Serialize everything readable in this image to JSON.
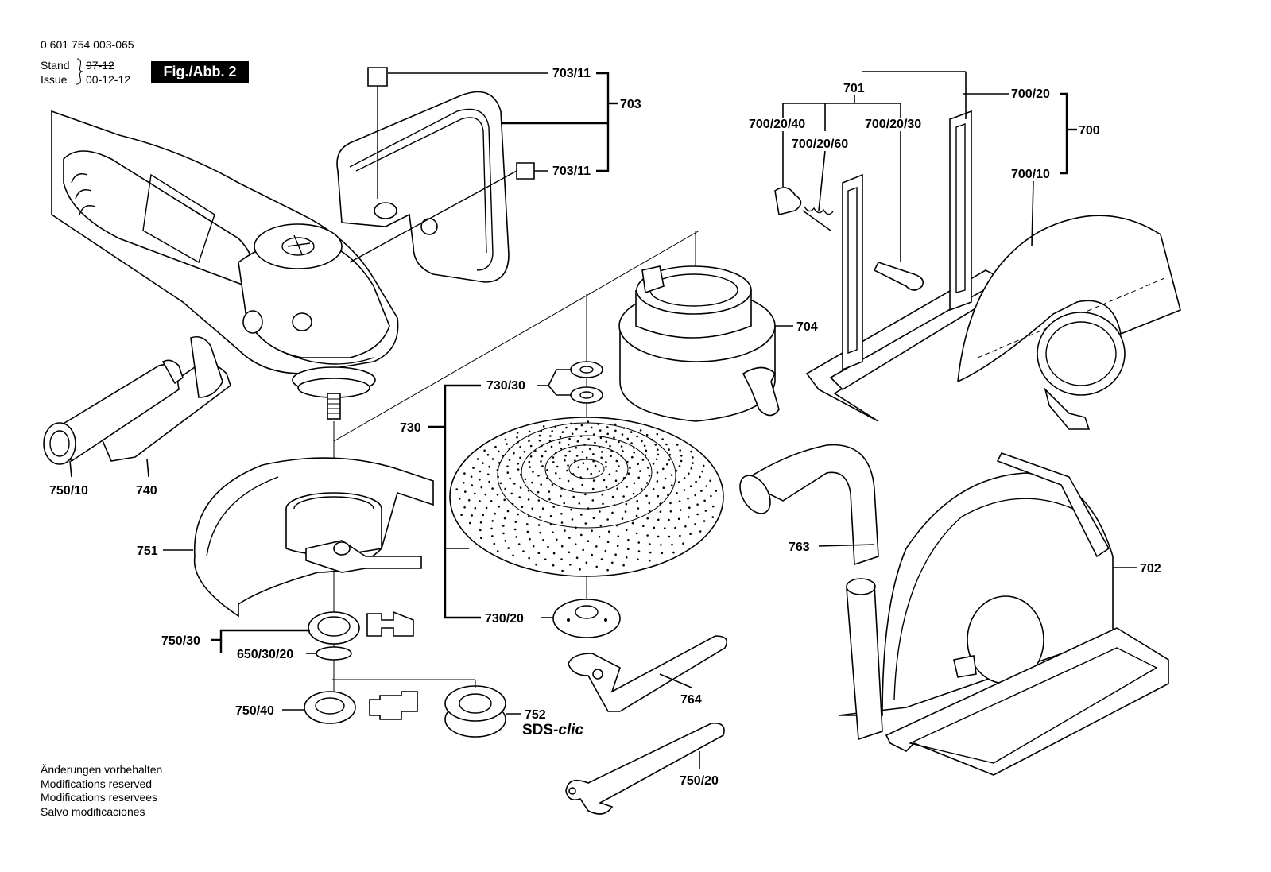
{
  "header": {
    "part_number": "0 601 754 003-065",
    "stand_label": "Stand",
    "stand_value": "97-12",
    "issue_label": "Issue",
    "issue_value": "00-12-12",
    "figure_label": "Fig./Abb. 2"
  },
  "callouts": {
    "c703_11_top": "703/11",
    "c703": "703",
    "c703_11_bottom": "703/11",
    "c701": "701",
    "c700_20": "700/20",
    "c700": "700",
    "c700_20_40": "700/20/40",
    "c700_20_60": "700/20/60",
    "c700_20_30": "700/20/30",
    "c700_10": "700/10",
    "c704": "704",
    "c730_30": "730/30",
    "c730": "730",
    "c730_20": "730/20",
    "c750_10": "750/10",
    "c740": "740",
    "c751": "751",
    "c750_30": "750/30",
    "c650_30_20": "650/30/20",
    "c750_40": "750/40",
    "c752": "752",
    "c763": "763",
    "c702": "702",
    "c764": "764",
    "c750_20": "750/20"
  },
  "sds_logo": {
    "prefix": "SDS-",
    "suffix": "clic"
  },
  "notes": [
    "Änderungen vorbehalten",
    "Modifications reserved",
    "Modifications reservees",
    "Salvo modificaciones"
  ]
}
